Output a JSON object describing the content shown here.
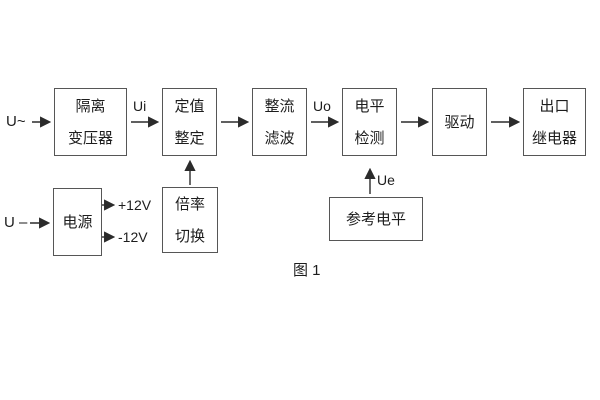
{
  "diagram": {
    "caption": "图 1",
    "labels": {
      "input_ac": "U~",
      "ui": "Ui",
      "uo": "Uo",
      "ue": "Ue",
      "input_dc": "U –",
      "plus_12v": "+12V",
      "minus_12v": "-12V"
    },
    "blocks": {
      "isolation_transformer": {
        "line1": "隔离",
        "line2": "变压器"
      },
      "setting_adjust": {
        "line1": "定值",
        "line2": "整定"
      },
      "rectifier_filter": {
        "line1": "整流",
        "line2": "滤波"
      },
      "level_detect": {
        "line1": "电平",
        "line2": "检测"
      },
      "driver": {
        "label": "驱动"
      },
      "output_relay": {
        "line1": "出口",
        "line2": "继电器"
      },
      "power_supply": {
        "label": "电源"
      },
      "ratio_switch": {
        "line1": "倍率",
        "line2": "切换"
      },
      "reference_level": {
        "label": "参考电平"
      }
    },
    "colors": {
      "border": "#565656",
      "line": "#2b2b2b",
      "text": "#1d1d1d",
      "background": "#ffffff"
    }
  }
}
